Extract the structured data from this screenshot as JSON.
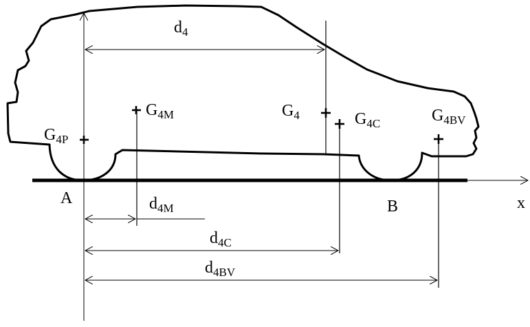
{
  "points": {
    "A": "A",
    "B": "B",
    "x_axis": "x"
  },
  "centers_of_gravity": [
    {
      "id": "g4p",
      "base": "G",
      "sub": "4P"
    },
    {
      "id": "g4m",
      "base": "G",
      "sub": "4M"
    },
    {
      "id": "g4",
      "base": "G",
      "sub": "4"
    },
    {
      "id": "g4c",
      "base": "G",
      "sub": "4C"
    },
    {
      "id": "g4bv",
      "base": "G",
      "sub": "4BV"
    }
  ],
  "distances": [
    {
      "id": "d4",
      "base": "d",
      "sub": "4"
    },
    {
      "id": "d4m",
      "base": "d",
      "sub": "4M"
    },
    {
      "id": "d4c",
      "base": "d",
      "sub": "4C"
    },
    {
      "id": "d4bv",
      "base": "d",
      "sub": "4BV"
    }
  ]
}
